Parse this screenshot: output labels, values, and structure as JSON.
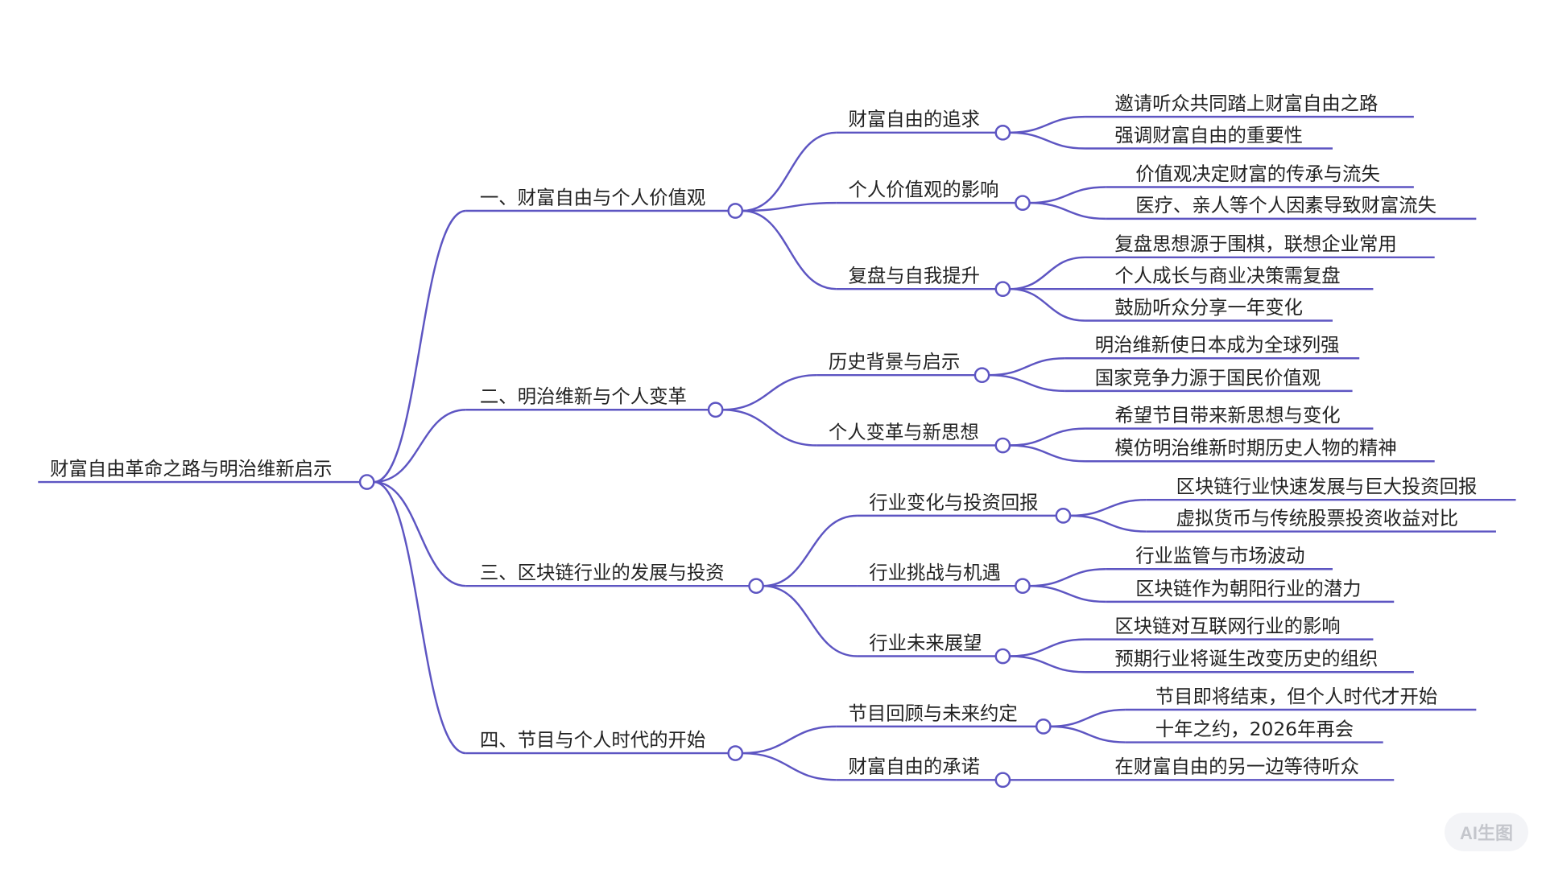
{
  "mindmap": {
    "root": "财富自由革命之路与明治维新启示",
    "branches": [
      {
        "label": "一、财富自由与个人价值观",
        "children": [
          {
            "label": "财富自由的追求",
            "leaves": [
              "邀请听众共同踏上财富自由之路",
              "强调财富自由的重要性"
            ]
          },
          {
            "label": "个人价值观的影响",
            "leaves": [
              "价值观决定财富的传承与流失",
              "医疗、亲人等个人因素导致财富流失"
            ]
          },
          {
            "label": "复盘与自我提升",
            "leaves": [
              "复盘思想源于围棋，联想企业常用",
              "个人成长与商业决策需复盘",
              "鼓励听众分享一年变化"
            ]
          }
        ]
      },
      {
        "label": "二、明治维新与个人变革",
        "children": [
          {
            "label": "历史背景与启示",
            "leaves": [
              "明治维新使日本成为全球列强",
              "国家竞争力源于国民价值观"
            ]
          },
          {
            "label": "个人变革与新思想",
            "leaves": [
              "希望节目带来新思想与变化",
              "模仿明治维新时期历史人物的精神"
            ]
          }
        ]
      },
      {
        "label": "三、区块链行业的发展与投资",
        "children": [
          {
            "label": "行业变化与投资回报",
            "leaves": [
              "区块链行业快速发展与巨大投资回报",
              "虚拟货币与传统股票投资收益对比"
            ]
          },
          {
            "label": "行业挑战与机遇",
            "leaves": [
              "行业监管与市场波动",
              "区块链作为朝阳行业的潜力"
            ]
          },
          {
            "label": "行业未来展望",
            "leaves": [
              "区块链对互联网行业的影响",
              "预期行业将诞生改变历史的组织"
            ]
          }
        ]
      },
      {
        "label": "四、节目与个人时代的开始",
        "children": [
          {
            "label": "节目回顾与未来约定",
            "leaves": [
              "节目即将结束，但个人时代才开始",
              "十年之约，2026年再会"
            ]
          },
          {
            "label": "财富自由的承诺",
            "leaves": [
              "在财富自由的另一边等待听众"
            ]
          }
        ]
      }
    ]
  },
  "badge": "AI生图",
  "colors": {
    "line": "#5d55c2"
  }
}
